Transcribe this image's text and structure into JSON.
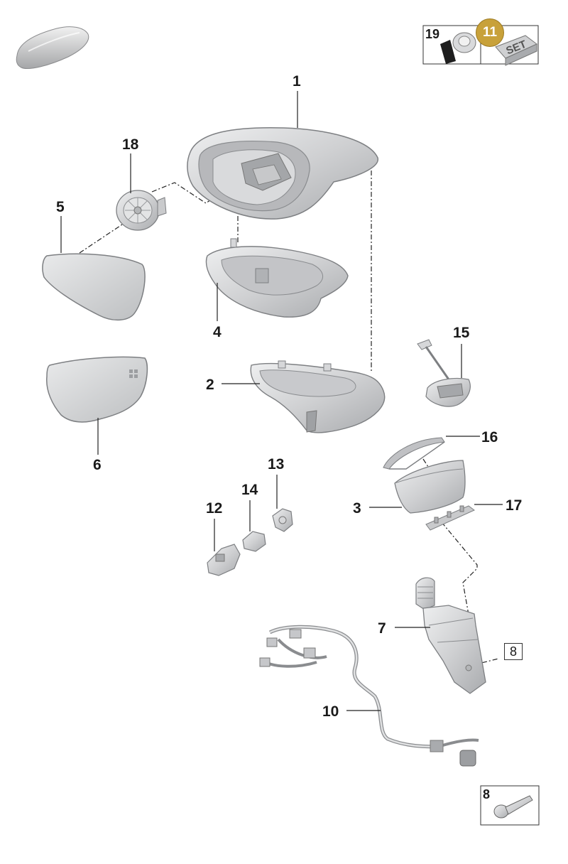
{
  "labels": {
    "p1": "1",
    "p2": "2",
    "p3": "3",
    "p4": "4",
    "p5": "5",
    "p6": "6",
    "p7": "7",
    "p8": "8",
    "p10": "10",
    "p12": "12",
    "p13": "13",
    "p14": "14",
    "p15": "15",
    "p16": "16",
    "p17": "17",
    "p18": "18"
  },
  "inset_top": {
    "number": "19",
    "badge": "11",
    "kit_text": "SET"
  },
  "inset_bottom": {
    "number": "8"
  },
  "colors": {
    "part_fill": "#d2d3d5",
    "part_stroke": "#7d7f82",
    "badge": "#c8a13a",
    "line": "#222222"
  }
}
